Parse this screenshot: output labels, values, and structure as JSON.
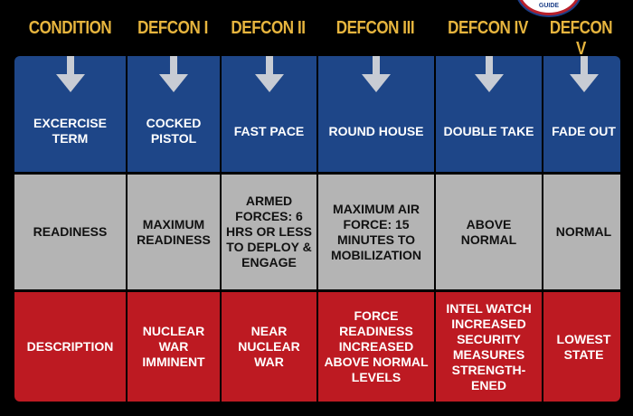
{
  "logo": {
    "text": "GUIDE"
  },
  "headers": [
    "CONDITION",
    "DEFCON I",
    "DEFCON II",
    "DEFCON III",
    "DEFCON IV",
    "DEFCON V"
  ],
  "rows": {
    "codename": [
      "EXCERCISE TERM",
      "COCKED PISTOL",
      "FAST PACE",
      "ROUND HOUSE",
      "DOUBLE TAKE",
      "FADE OUT"
    ],
    "readiness": [
      "READINESS",
      "MAXIMUM READINESS",
      "ARMED FORCES: 6 HRS OR LESS TO DEPLOY & ENGAGE",
      "MAXIMUM AIR FORCE: 15 MINUTES TO MOBILIZATION",
      "ABOVE NORMAL",
      "NORMAL"
    ],
    "description": [
      "DESCRIPTION",
      "NUCLEAR WAR IMMINENT",
      "NEAR NUCLEAR WAR",
      "FORCE READINESS INCREASED ABOVE NORMAL LEVELS",
      "INTEL WATCH INCREASED SECURITY MEASURES STRENGTH-ENED",
      "LOWEST STATE"
    ]
  },
  "colors": {
    "header": "#e7b53e",
    "blue": "#1e4688",
    "gray": "#b4b4b4",
    "red": "#bd1a22",
    "arrow": "#c8ccd4"
  }
}
